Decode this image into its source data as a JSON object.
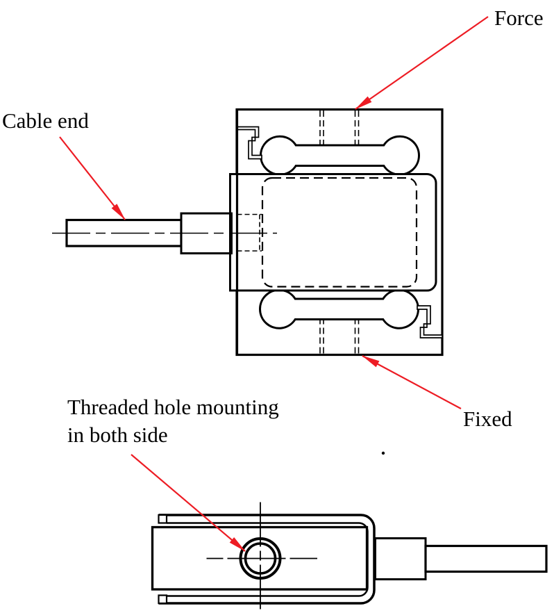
{
  "labels": {
    "force": "Force",
    "cable_end": "Cable end",
    "fixed": "Fixed",
    "threaded_line1": "Threaded hole mounting",
    "threaded_line2": "in both side"
  },
  "views": {
    "top_view": "load-cell-top-view",
    "side_view": "load-cell-side-view"
  },
  "colors": {
    "ink": "#000000",
    "annotation": "#ed1c24",
    "background": "#ffffff"
  }
}
